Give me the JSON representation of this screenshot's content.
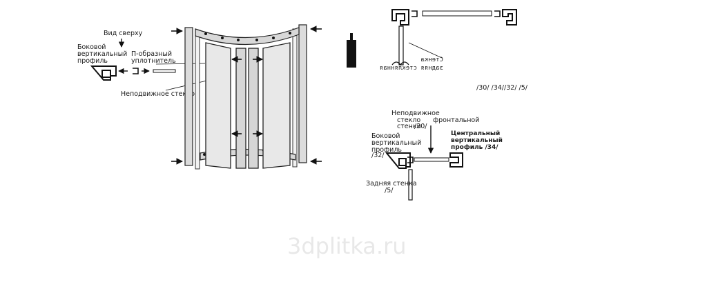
{
  "view_label": "Вид сверху",
  "side_profile_label": [
    "Боковой",
    "вертикальный",
    "профиль"
  ],
  "p_seal_label": [
    "П-образный",
    "уплотнитель"
  ],
  "fixed_glass_label": "Неподвижное стекло",
  "top_right_mirrored": [
    "Стенка",
    "задняя стеклянная"
  ],
  "top_right_codes": "/30/  /34//32/  /5/",
  "bottom": {
    "fixed_glass_front": [
      "Неподвижное",
      "стекло",
      "фронтальной",
      "стенки",
      "/30/"
    ],
    "central_profile": [
      "Центральный",
      "вертикальный",
      "профиль /34/"
    ],
    "side_profile": [
      "Боковой",
      "вертикальный",
      "профиль",
      "/32/"
    ],
    "back_wall": [
      "Задняя стенка",
      "/5/"
    ]
  },
  "watermark": "3dplitka.ru",
  "colors": {
    "line": "#1a1a1a",
    "panel": "#e6e6e6",
    "frame": "#d4d4d4",
    "black": "#111111",
    "watermark": "#e8e8e8"
  }
}
